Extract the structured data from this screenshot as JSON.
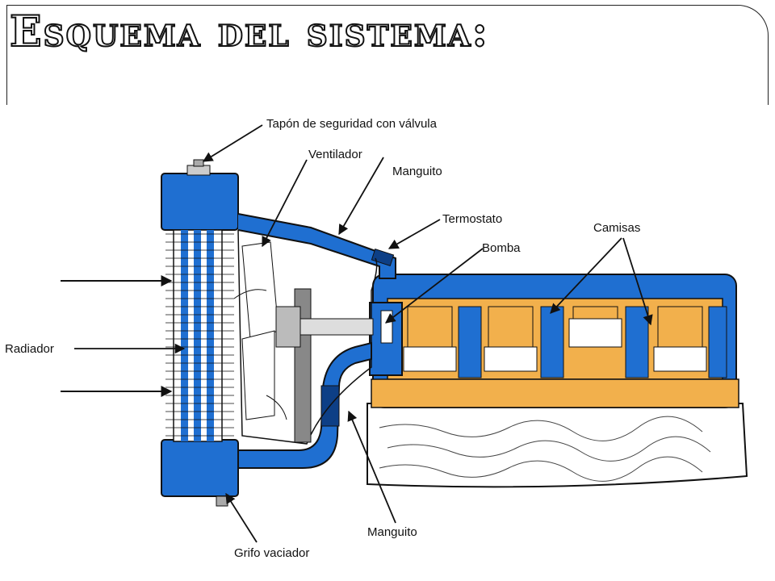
{
  "slide": {
    "title": "Esquema del sistema:"
  },
  "labels": {
    "tapon": "Tapón de seguridad con válvula",
    "ventilador": "Ventilador",
    "manguito_top": "Manguito",
    "termostato": "Termostato",
    "bomba": "Bomba",
    "camisas": "Camisas",
    "radiador": "Radiador",
    "manguito_bottom": "Manguito",
    "grifo": "Grifo vaciador"
  },
  "colors": {
    "coolant": "#1f6fd1",
    "engine": "#f2b04c",
    "casing": "#ffffff",
    "line": "#111111"
  }
}
